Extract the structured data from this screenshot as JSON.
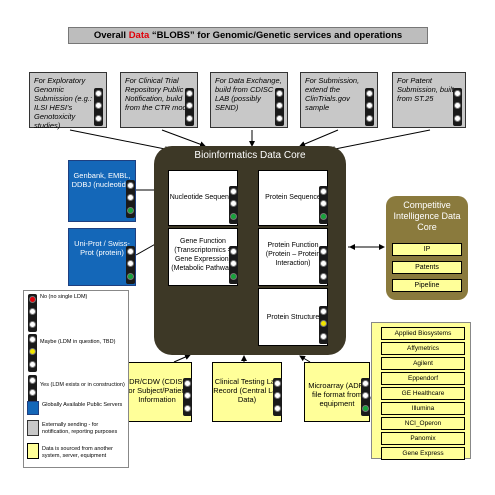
{
  "title": {
    "prefix": "Overall ",
    "highlight": "Data",
    "suffix": " “BLOBS” for Genomic/Genetic services and operations"
  },
  "top_boxes": [
    {
      "label": "For Exploratory Genomic Submission (e.g.: ILSI HESI’s Genotoxicity studies)"
    },
    {
      "label": "For Clinical Trial Repository Public Notification, build from the CTR model"
    },
    {
      "label": "For Data Exchange, build from CDISC LAB (possibly SEND)"
    },
    {
      "label": "For Submission, extend the ClinTrials.gov sample"
    },
    {
      "label": "For Patent Submission, built from ST.25"
    }
  ],
  "left_boxes": [
    {
      "label": "Genbank, EMBL, DDBJ (nucleotide)"
    },
    {
      "label": "Uni-Prot / Swiss-Prot (protein)"
    }
  ],
  "core": {
    "title": "Bioinformatics Data Core",
    "cells": [
      {
        "label": "Nucleotide Sequence"
      },
      {
        "label": "Gene Function (Transcriptomics = Gene Expression) (Metabolic Pathway)"
      },
      {
        "label": "Protein Sequence"
      },
      {
        "label": "Protein Function (Protein – Protein Interaction)"
      },
      {
        "label": "Protein Structure"
      }
    ]
  },
  "competitive": {
    "title": "Competitive Intelligence Data Core",
    "items": [
      "IP",
      "Patents",
      "Pipeline"
    ]
  },
  "bottom_boxes": [
    {
      "label": "CDR/CDW (CDISC) for Subject/Patient Information"
    },
    {
      "label": "Clinical Testing Lab Record (Central Lab Data)"
    },
    {
      "label": "Microarray (ADF) file format from equipment"
    }
  ],
  "vendors": [
    "Applied Biosystems",
    "Affymetrics",
    "Agilent",
    "Eppendorf",
    "GE Healthcare",
    "Illumina",
    "NCI_Operon",
    "Panomix",
    "Gene Express"
  ],
  "legend": {
    "red": "No (no single LDM)",
    "yellow": "Maybe (LDM in question, TBD)",
    "green": "Yes (LDM exists or in construction)",
    "blue": "Globally Available Public Servers",
    "grey": "Externally sending - for notification, reporting purposes",
    "yellowbox": "Data is sourced from another system, server, equipment"
  },
  "colors": {
    "red": "#e0000a",
    "yellow": "#f2e600",
    "green": "#16a23a",
    "core": "#3d3826",
    "blue": "#1467b8"
  }
}
